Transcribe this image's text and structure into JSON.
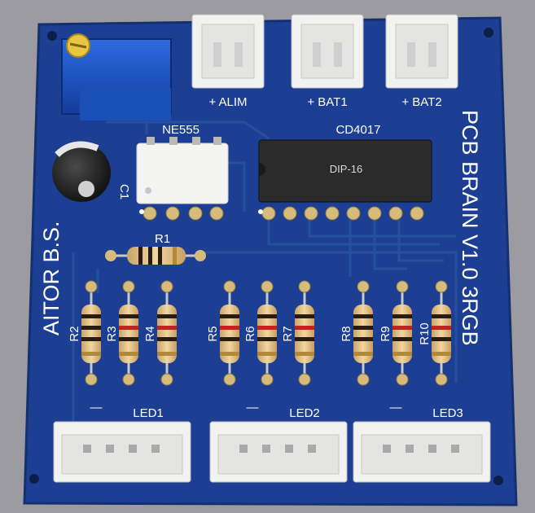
{
  "board": {
    "title": "PCB BRAIN V1.0  3RGB",
    "author": "AITOR B.S.",
    "color": "#1c3f93",
    "silk_color": "#ffffff"
  },
  "ics": {
    "ne555": {
      "label": "NE555"
    },
    "cd4017": {
      "label": "CD4017",
      "package": "DIP-16"
    }
  },
  "capacitor": {
    "label": "C1"
  },
  "resistor_r1": {
    "label": "R1"
  },
  "resistors": [
    "R2",
    "R3",
    "R4",
    "R5",
    "R6",
    "R7",
    "R8",
    "R9",
    "R10"
  ],
  "power_connectors": [
    {
      "label": "+ ALIM"
    },
    {
      "label": "+ BAT1"
    },
    {
      "label": "+ BAT2"
    }
  ],
  "led_connectors": [
    {
      "label": "LED1",
      "minus": "—"
    },
    {
      "label": "LED2",
      "minus": "—"
    },
    {
      "label": "LED3",
      "minus": "—"
    }
  ]
}
